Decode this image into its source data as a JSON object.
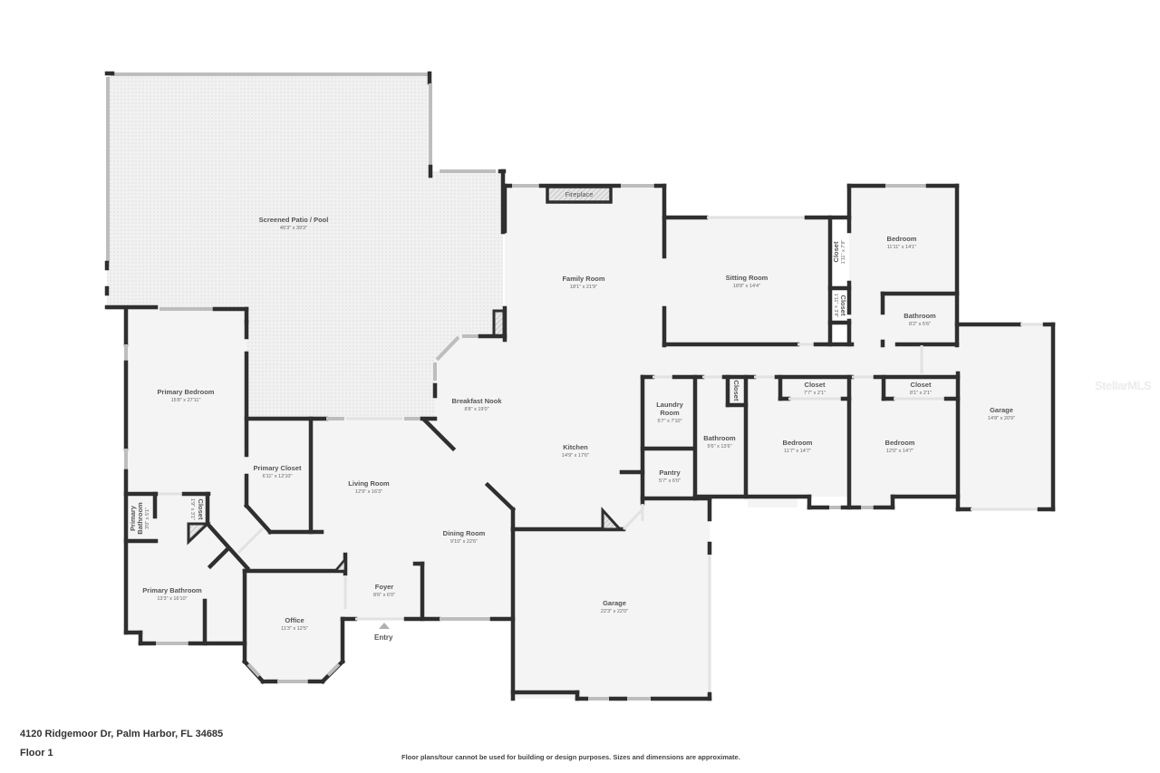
{
  "footer": {
    "address": "4120 Ridgemoor Dr, Palm Harbor, FL 34685",
    "floor": "Floor 1",
    "disclaimer": "Floor plans/tour cannot be used for building or design purposes. Sizes and dimensions are approximate."
  },
  "watermark": "StellarMLS",
  "entry": {
    "label": "Entry"
  },
  "fixtures": {
    "fireplace": "Fireplace"
  },
  "rooms": [
    {
      "name": "Screened Patio / Pool",
      "dim": "45'3\" x 39'3\""
    },
    {
      "name": "Family Room",
      "dim": "18'1\" x 21'9\""
    },
    {
      "name": "Sitting Room",
      "dim": "18'8\" x 14'4\""
    },
    {
      "name": "Closet",
      "dim": "1'11\" x 7'9\""
    },
    {
      "name": "Closet",
      "dim": "1'11\" x 3'8\""
    },
    {
      "name": "Bedroom",
      "dim": "11'11\" x 14'1\""
    },
    {
      "name": "Bathroom",
      "dim": "8'2\" x 5'6\""
    },
    {
      "name": "Primary Bedroom",
      "dim": "15'8\" x 27'11\""
    },
    {
      "name": "Breakfast Nook",
      "dim": "8'8\" x 19'0\""
    },
    {
      "name": "Kitchen",
      "dim": "14'9\" x 17'6\""
    },
    {
      "name": "Laundry",
      "name2": "Room",
      "dim": "5'7\" x 7'10\""
    },
    {
      "name": "Pantry",
      "dim": "5'7\" x 6'0\""
    },
    {
      "name": "Bathroom",
      "dim": "5'6\" x 13'6\""
    },
    {
      "name": "Closet",
      "dim": ""
    },
    {
      "name": "Closet",
      "dim": "7'7\" x 2'1\""
    },
    {
      "name": "Bedroom",
      "dim": "11'7\" x 14'7\""
    },
    {
      "name": "Closet",
      "dim": "8'1\" x 2'1\""
    },
    {
      "name": "Bedroom",
      "dim": "12'0\" x 14'7\""
    },
    {
      "name": "Garage",
      "dim": "14'8\" x 20'9\""
    },
    {
      "name": "Primary Closet",
      "dim": "6'11\" x 12'10\""
    },
    {
      "name": "Living Room",
      "dim": "12'9\" x 16'3\""
    },
    {
      "name": "Primary",
      "name2": "Bathroom",
      "dim": "3'0\" x 5'1\""
    },
    {
      "name": "Closet",
      "dim": "1'9\" x 3'1\""
    },
    {
      "name": "Dining Room",
      "dim": "9'10\" x 22'6\""
    },
    {
      "name": "Primary Bathroom",
      "dim": "13'3\" x 16'10\""
    },
    {
      "name": "Foyer",
      "dim": "8'6\" x 6'0\""
    },
    {
      "name": "Office",
      "dim": "11'3\" x 12'5\""
    },
    {
      "name": "Garage",
      "dim": "22'3\" x 22'0\""
    }
  ]
}
